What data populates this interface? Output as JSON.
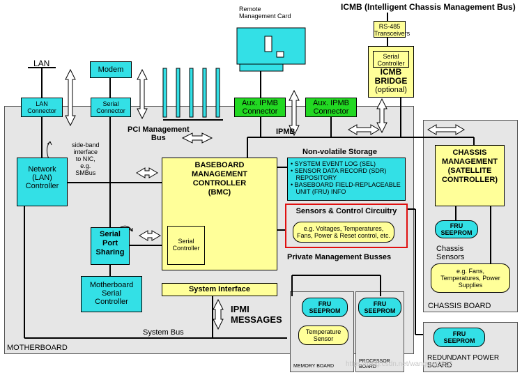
{
  "top": {
    "icmb_title": "ICMB (Intelligent Chassis Management Bus)",
    "rs485": "RS-485\nTransceivers",
    "serial_controller": "Serial\nController",
    "icmb_bridge": "ICMB\nBRIDGE",
    "optional": "(optional)",
    "remote_card": "Remote\nManagement Card",
    "lan": "LAN",
    "modem": "Modem",
    "pci_mgmt_bus": "PCI Management\nBus"
  },
  "motherboard": {
    "label": "MOTHERBOARD",
    "lan_connector": "LAN\nConnector",
    "serial_connector": "Serial\nConnector",
    "aux_ipmb_1": "Aux. IPMB\nConnector",
    "aux_ipmb_2": "Aux. IPMB\nConnector",
    "ipmb": "IPMB",
    "sideband_note": "side-band\ninterface\nto NIC,\ne.g.\nSMBus",
    "network_controller": "Network\n(LAN)\nController",
    "bmc": "BASEBOARD\nMANAGEMENT\nCONTROLLER\n(BMC)",
    "bmc_serial_controller": "Serial\nController",
    "serial_port_sharing": "Serial\nPort\nSharing",
    "mb_serial_controller": "Motherboard\nSerial\nController",
    "system_interface": "System Interface",
    "ipmi_messages": "IPMI\nMESSAGES",
    "system_bus": "System Bus",
    "nvs_title": "Non-volatile Storage",
    "nvs_items": [
      "• SYSTEM EVENT LOG (SEL)",
      "• SENSOR DATA RECORD (SDR)\n   REPOSITORY",
      "• BASEBOARD FIELD-REPLACEABLE\n   UNIT (FRU) INFO"
    ],
    "sensors_title": "Sensors & Control Circuitry",
    "sensors_detail": "e.g. Voltages, Temperatures,\nFans, Power & Reset control, etc.",
    "private_busses": "Private Management Busses"
  },
  "memory_board": {
    "label": "MEMORY BOARD",
    "fru": "FRU\nSEEPROM",
    "temp_sensor": "Temperature\nSensor"
  },
  "processor_board": {
    "label": "PROCESSOR\nBOARD",
    "fru": "FRU\nSEEPROM"
  },
  "chassis_board": {
    "label": "CHASSIS BOARD",
    "chassis_mgmt": "CHASSIS\nMANAGEMENT\n(SATELLITE\nCONTROLLER)",
    "fru": "FRU\nSEEPROM",
    "chassis_sensors": "Chassis\nSensors",
    "sensor_detail": "e.g. Fans,\nTemperatures, Power\nSupplies"
  },
  "power_board": {
    "label": "REDUNDANT POWER\nBOARD",
    "fru": "FRU\nSEEPROM"
  },
  "watermark": "https://blog.csdn.net/wangwei0812"
}
